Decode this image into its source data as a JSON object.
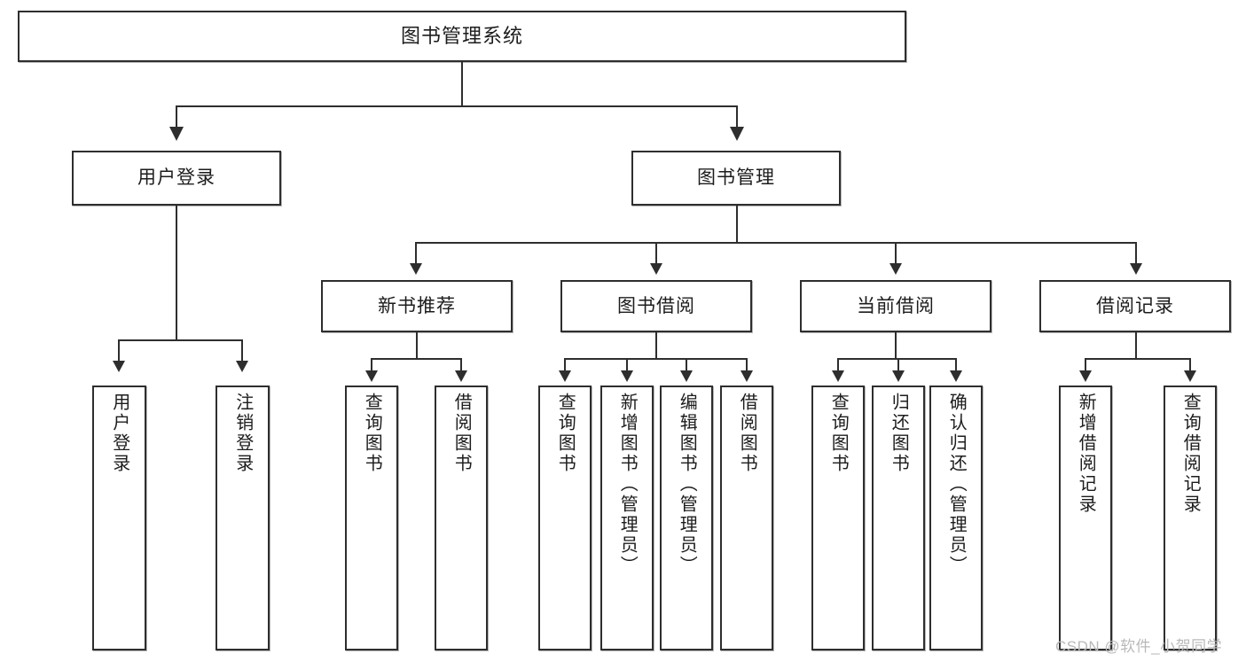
{
  "diagram": {
    "type": "tree-hierarchy",
    "title": "图书管理系统",
    "root": {
      "label": "图书管理系统"
    },
    "level2": [
      {
        "label": "用户登录"
      },
      {
        "label": "图书管理"
      }
    ],
    "level3": [
      {
        "label": "新书推荐"
      },
      {
        "label": "图书借阅"
      },
      {
        "label": "当前借阅"
      },
      {
        "label": "借阅记录"
      }
    ],
    "leaves": {
      "user_login": [
        {
          "label": "用户登录"
        },
        {
          "label": "注销登录"
        }
      ],
      "new_book_recommend": [
        {
          "label": "查询图书"
        },
        {
          "label": "借阅图书"
        }
      ],
      "book_borrow": [
        {
          "label": "查询图书"
        },
        {
          "label": "新增图书（管理员）"
        },
        {
          "label": "编辑图书（管理员）"
        },
        {
          "label": "借阅图书"
        }
      ],
      "current_borrow": [
        {
          "label": "查询图书"
        },
        {
          "label": "归还图书"
        },
        {
          "label": "确认归还（管理员）"
        }
      ],
      "borrow_record": [
        {
          "label": "新增借阅记录"
        },
        {
          "label": "查询借阅记录"
        }
      ]
    }
  },
  "watermark": {
    "text": "CSDN @软件_小贺同学"
  },
  "colors": {
    "border": "#2e2e2e",
    "background": "#ffffff",
    "text": "#1c1c1c",
    "watermark": "#b9b9b9"
  }
}
